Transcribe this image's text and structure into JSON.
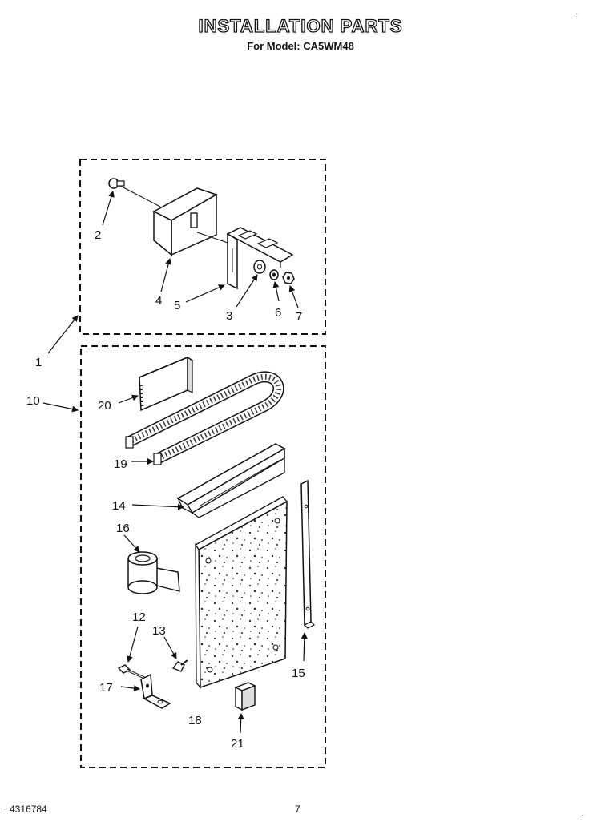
{
  "header": {
    "title": "INSTALLATION PARTS",
    "subtitle": "For Model: CA5WM48"
  },
  "footer": {
    "doc_number": "4316784",
    "page_number": "7"
  },
  "corner_marks": [
    "·",
    "·",
    "·"
  ],
  "callouts": {
    "c1": "1",
    "c2": "2",
    "c3": "3",
    "c4": "4",
    "c5": "5",
    "c6": "6",
    "c7": "7",
    "c10": "10",
    "c12": "12",
    "c13": "13",
    "c14": "14",
    "c15": "15",
    "c16": "16",
    "c17": "17",
    "c18": "18",
    "c19": "19",
    "c20": "20",
    "c21": "21"
  }
}
